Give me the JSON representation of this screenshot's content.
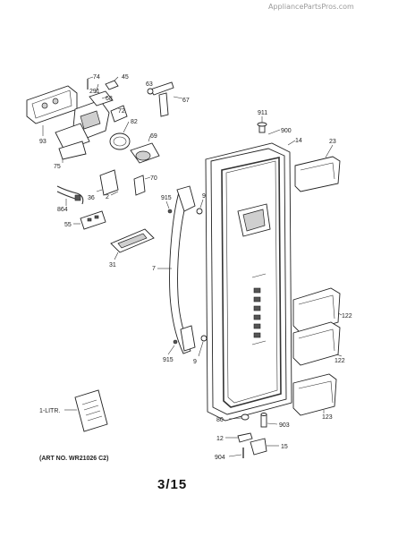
{
  "watermark": "AppliancePartsPros.com",
  "page_number": "3/15",
  "art_number": "(ART NO. WR21026 C2)",
  "part_labels": {
    "p74": "74",
    "p45": "45",
    "p63": "63",
    "p291": "291",
    "p68": "68",
    "p67": "67",
    "p72": "72",
    "p93": "93",
    "p82": "82",
    "p69": "69",
    "p75": "75",
    "p70": "70",
    "p36": "36",
    "p2": "2",
    "p864": "864",
    "p55": "55",
    "p31": "31",
    "p911": "911",
    "p900": "900",
    "p14": "14",
    "p23": "23",
    "p915a": "915",
    "p9a": "9",
    "p7": "7",
    "p122a": "122",
    "p122b": "122",
    "p915b": "915",
    "p9b": "9",
    "p123": "123",
    "p80": "80",
    "p903": "903",
    "p12": "12",
    "p15": "15",
    "p904": "904",
    "p1litr": "1-LITR."
  }
}
